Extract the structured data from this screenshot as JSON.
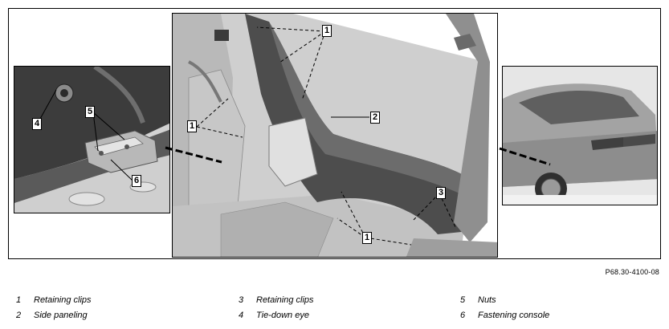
{
  "callouts": {
    "c1_left": "1",
    "c1_bottom": "1",
    "c1_top": "1",
    "c2": "2",
    "c3": "3",
    "c4": "4",
    "c5": "5",
    "c6": "6"
  },
  "reference_code": "P68.30-4100-08",
  "legend": [
    {
      "num": "1",
      "text": "Retaining clips"
    },
    {
      "num": "2",
      "text": "Side paneling"
    },
    {
      "num": "3",
      "text": "Retaining clips"
    },
    {
      "num": "4",
      "text": "Tie-down eye"
    },
    {
      "num": "5",
      "text": "Nuts"
    },
    {
      "num": "6",
      "text": "Fastening console"
    }
  ]
}
